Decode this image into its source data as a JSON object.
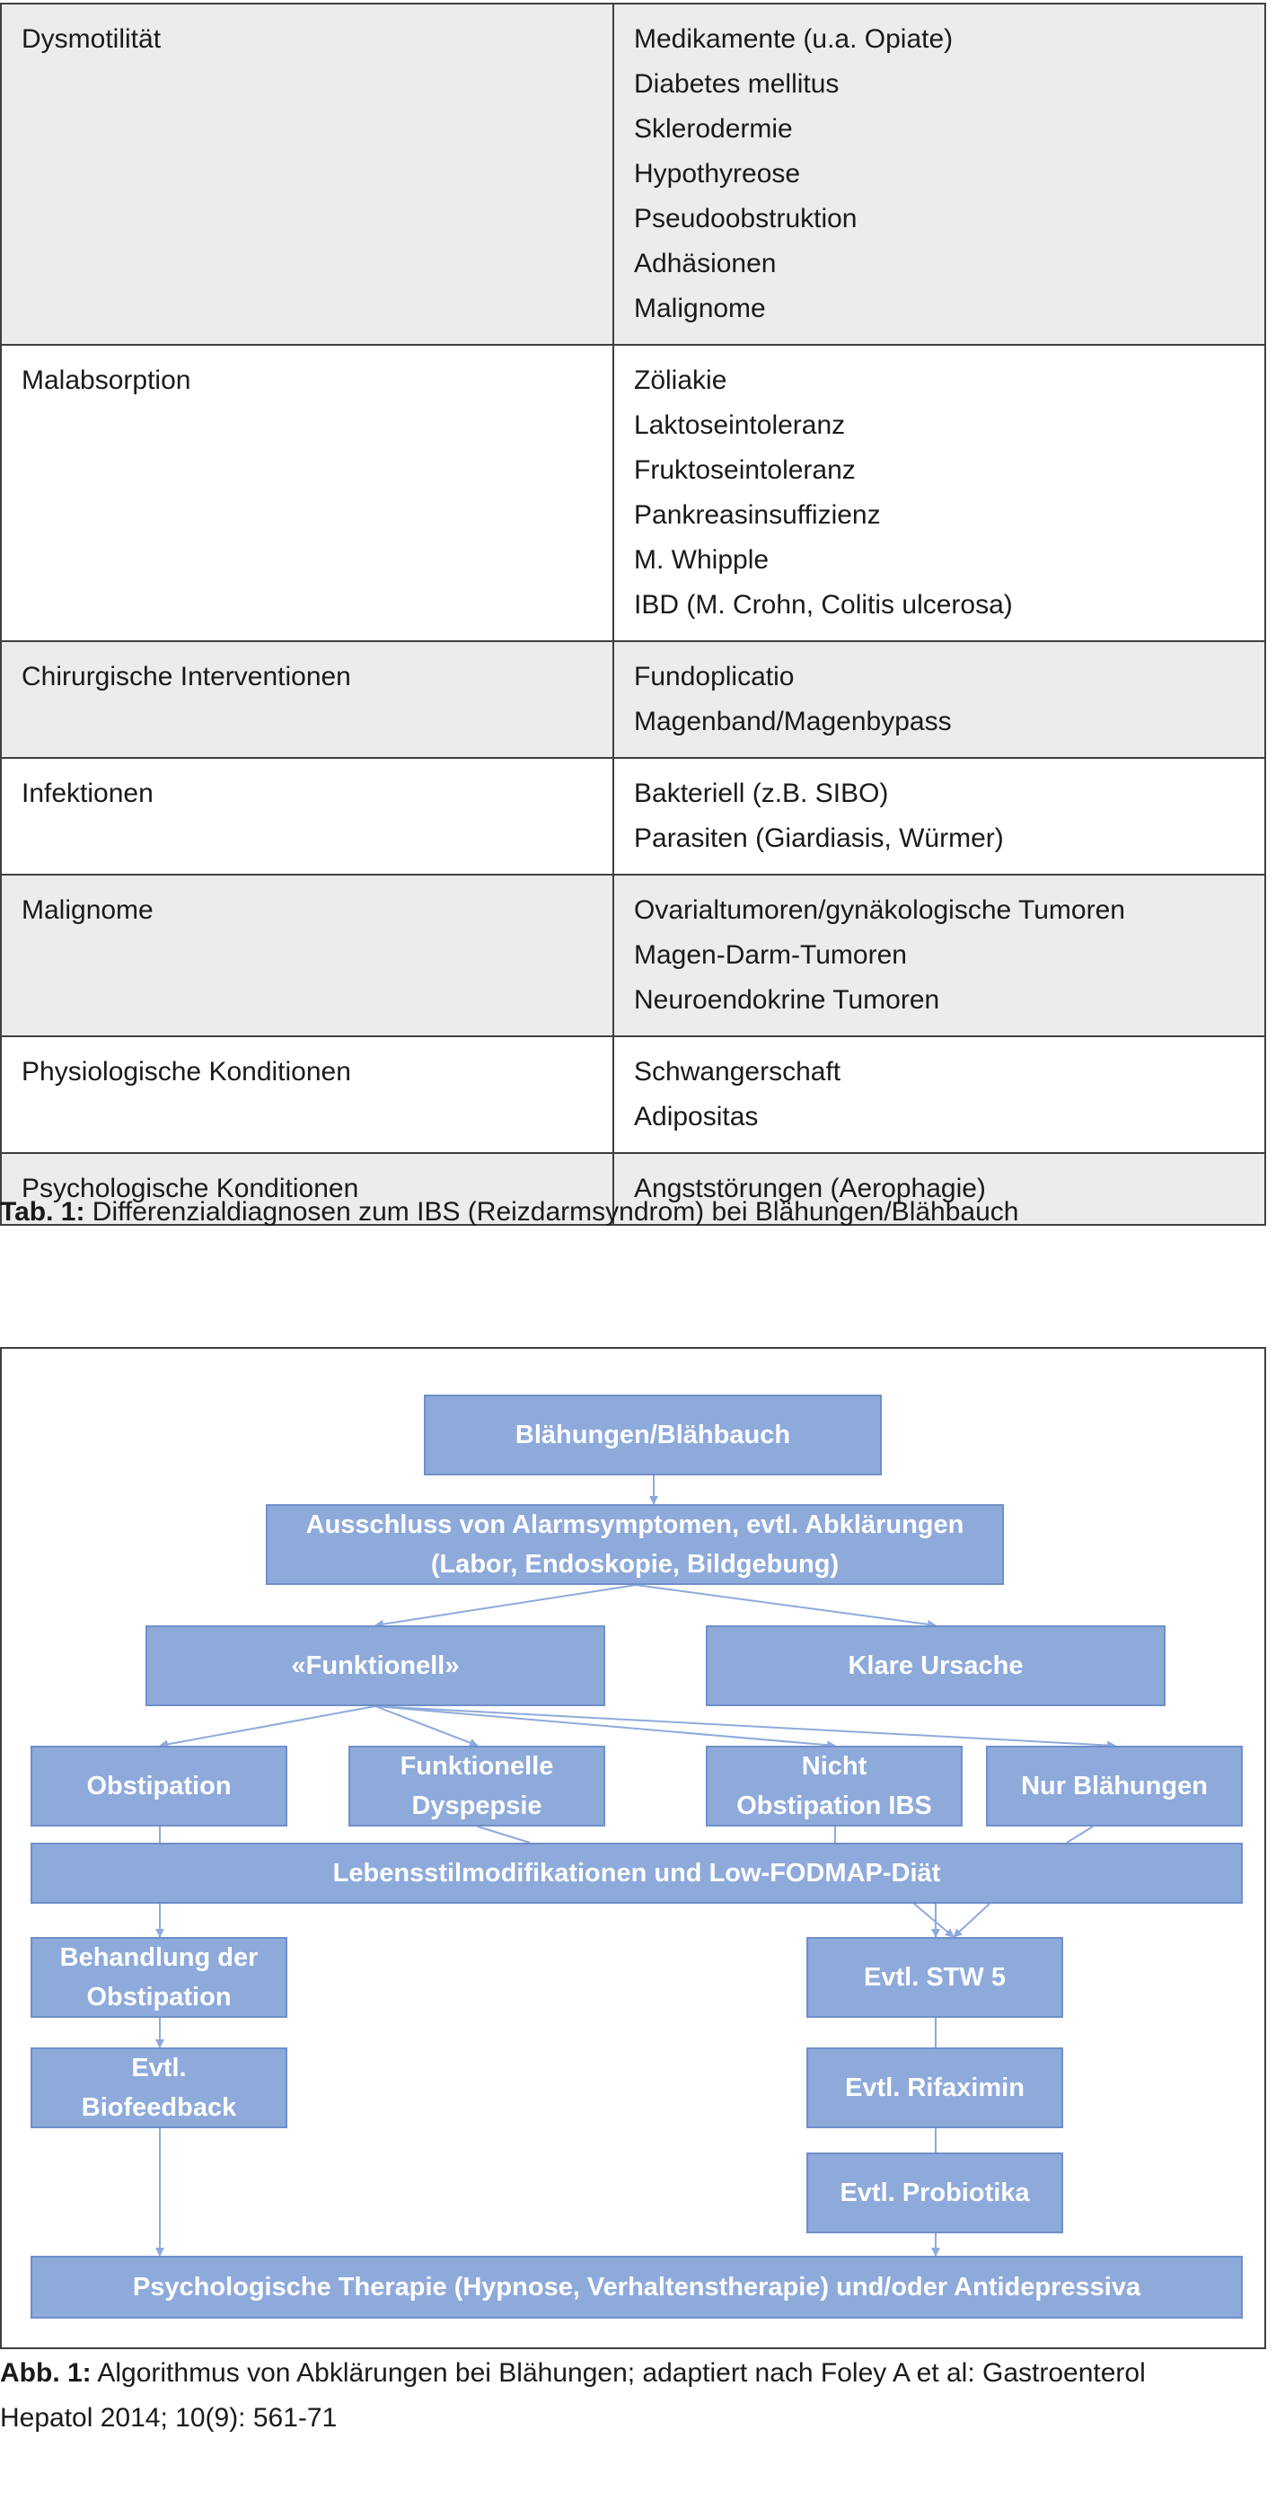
{
  "table": {
    "rows": [
      {
        "category": "Dysmotilität",
        "items": [
          "Medikamente (u.a. Opiate)",
          "Diabetes mellitus",
          "Sklerodermie",
          "Hypothyreose",
          "Pseudoobstruktion",
          "Adhäsionen",
          "Malignome"
        ]
      },
      {
        "category": "Malabsorption",
        "items": [
          "Zöliakie",
          "Laktoseintoleranz",
          "Fruktoseintoleranz",
          "Pankreasinsuffizienz",
          "M. Whipple",
          "IBD (M. Crohn, Colitis ulcerosa)"
        ]
      },
      {
        "category": "Chirurgische Interventionen",
        "items": [
          "Fundoplicatio",
          "Magenband/Magenbypass"
        ]
      },
      {
        "category": "Infektionen",
        "items": [
          "Bakteriell (z.B. SIBO)",
          "Parasiten (Giardiasis, Würmer)"
        ]
      },
      {
        "category": "Malignome",
        "items": [
          "Ovarialtumoren/gynäkologische Tumoren",
          "Magen-Darm-Tumoren",
          "Neuroendokrine Tumoren"
        ]
      },
      {
        "category": "Physiologische Konditionen",
        "items": [
          "Schwangerschaft",
          "Adipositas"
        ]
      },
      {
        "category": "Psychologische Konditionen",
        "items": [
          "Angststörungen (Aerophagie)"
        ]
      }
    ],
    "caption_label": "Tab. 1:",
    "caption_text": " Differenzialdiagnosen zum IBS (Reizdarmsyndrom) bei Blähungen/Blähbauch"
  },
  "flowchart": {
    "start": [
      "Blähungen/Blähbauch"
    ],
    "exclusion": [
      "Ausschluss von Alarmsymptomen, evtl. Abklärungen",
      "(Labor, Endoskopie, Bildgebung)"
    ],
    "functional": [
      "«Funktionell»"
    ],
    "clear_cause": [
      "Klare Ursache"
    ],
    "obstipation": [
      "Obstipation"
    ],
    "functional_dyspepsia": [
      "Funktionelle",
      "Dyspepsie"
    ],
    "non_obstipation_ibs": [
      "Nicht",
      "Obstipation IBS"
    ],
    "bloating_only": [
      "Nur Blähungen"
    ],
    "lifestyle": [
      "Lebensstilmodifikationen und Low-FODMAP-Diät"
    ],
    "treat_obstipation": [
      "Behandlung der",
      "Obstipation"
    ],
    "biofeedback": [
      "Evtl.",
      "Biofeedback"
    ],
    "stw5": [
      "Evtl. STW 5"
    ],
    "rifaximin": [
      "Evtl. Rifaximin"
    ],
    "probiotics": [
      "Evtl. Probiotika"
    ],
    "psych_therapy": [
      "Psychologische Therapie (Hypnose, Verhaltenstherapie) und/oder Antidepressiva"
    ],
    "box_color": "#8eaadb",
    "arrow_color": "#8eaadb"
  },
  "figure": {
    "caption_label": "Abb. 1:",
    "caption_line1": " Algorithmus von Abklärungen bei Blähungen; adaptiert nach Foley A et al: Gastroenterol",
    "caption_line2": "Hepatol 2014; 10(9): 561-71"
  }
}
